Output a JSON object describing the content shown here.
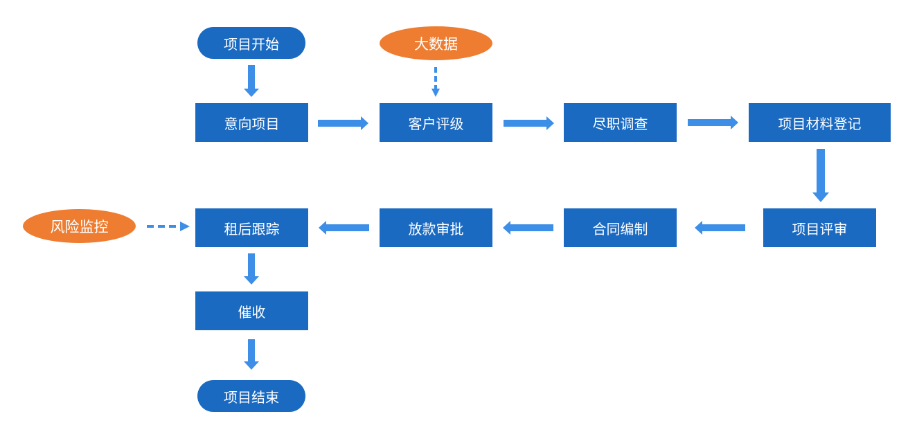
{
  "nodes": {
    "start": "项目开始",
    "big_data": "大数据",
    "intent": "意向项目",
    "customer_rating": "客户评级",
    "due_diligence": "尽职调查",
    "material_registration": "项目材料登记",
    "project_review": "项目评审",
    "contract_drafting": "合同编制",
    "loan_approval": "放款审批",
    "post_lease_tracking": "租后跟踪",
    "risk_monitoring": "风险监控",
    "collection": "催收",
    "end": "项目结束"
  },
  "colors": {
    "process_box": "#1a6ac2",
    "external_source": "#ee7d31",
    "arrow": "#3d8ee6",
    "text": "#ffffff"
  }
}
